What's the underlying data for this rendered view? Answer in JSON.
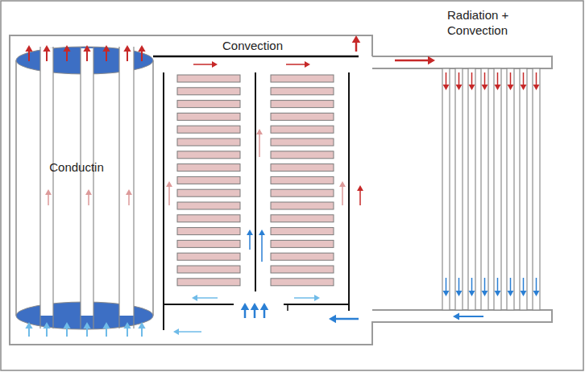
{
  "diagram": {
    "nodes": [
      {
        "text": [
          "Conductin"
        ]
      }
    ],
    "labels": [
      "Convection",
      "Radiation + Convection"
    ]
  }
}
